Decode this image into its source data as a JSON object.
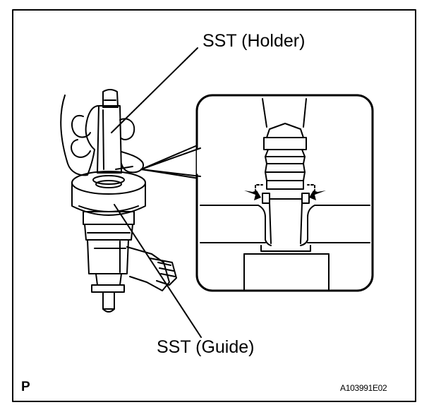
{
  "labels": {
    "holder": "SST (Holder)",
    "guide": "SST (Guide)",
    "corner_mark": "P",
    "figure_code": "A103991E02"
  },
  "colors": {
    "ink": "#000000",
    "paper": "#ffffff"
  }
}
